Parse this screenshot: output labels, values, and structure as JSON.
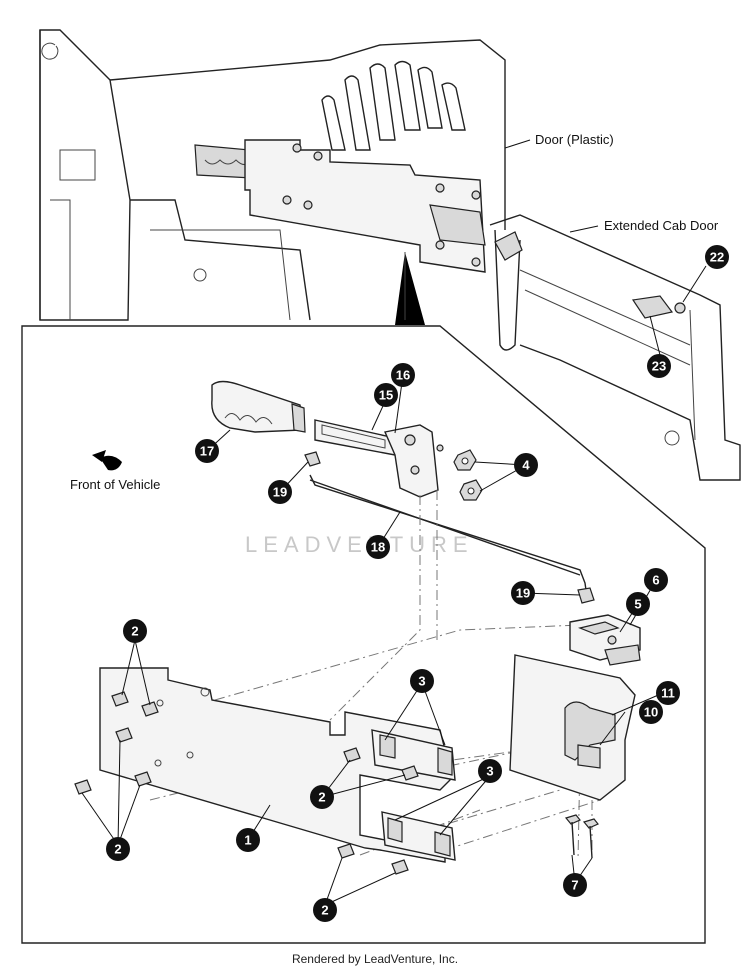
{
  "labels": {
    "door_plastic": "Door (Plastic)",
    "extended_cab_door": "Extended Cab Door",
    "front_of_vehicle": "Front of Vehicle",
    "watermark": "LEADVENTURE"
  },
  "callouts": {
    "c1": "1",
    "c2a": "2",
    "c2b": "2",
    "c2c": "2",
    "c2d": "2",
    "c3a": "3",
    "c3b": "3",
    "c4": "4",
    "c5": "5",
    "c6": "6",
    "c7": "7",
    "c10": "10",
    "c11": "11",
    "c15": "15",
    "c16": "16",
    "c17": "17",
    "c18": "18",
    "c19a": "19",
    "c19b": "19",
    "c22": "22",
    "c23": "23"
  },
  "footer": "Rendered by LeadVenture, Inc."
}
